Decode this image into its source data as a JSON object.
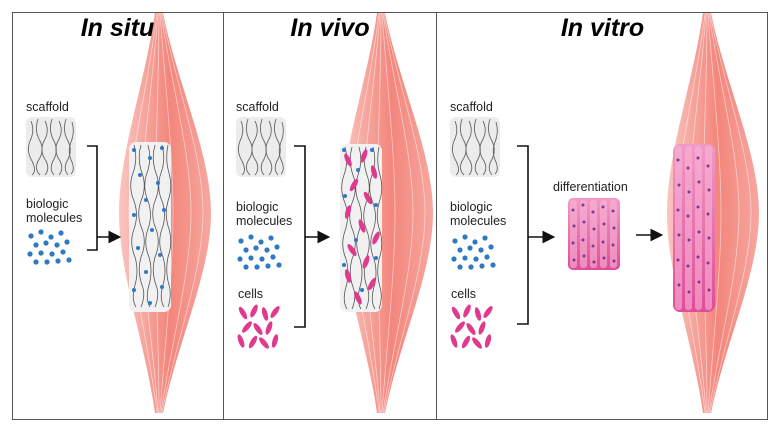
{
  "panels": [
    {
      "title": "In situ",
      "labels": {
        "scaffold": "scaffold",
        "biologic_line1": "biologic",
        "biologic_line2": "molecules"
      }
    },
    {
      "title": "In vivo",
      "labels": {
        "scaffold": "scaffold",
        "biologic_line1": "biologic",
        "biologic_line2": "molecules",
        "cells": "cells"
      }
    },
    {
      "title": "In vitro",
      "labels": {
        "scaffold": "scaffold",
        "biologic_line1": "biologic",
        "biologic_line2": "molecules",
        "cells": "cells",
        "differentiation": "differentiation"
      }
    }
  ],
  "colors": {
    "muscle": "#f07d73",
    "muscle_light": "#f9c2bc",
    "molecule": "#2f78c4",
    "cell": "#e0398d",
    "fiber": "#555555",
    "scaffold_bg": "#ececec"
  }
}
